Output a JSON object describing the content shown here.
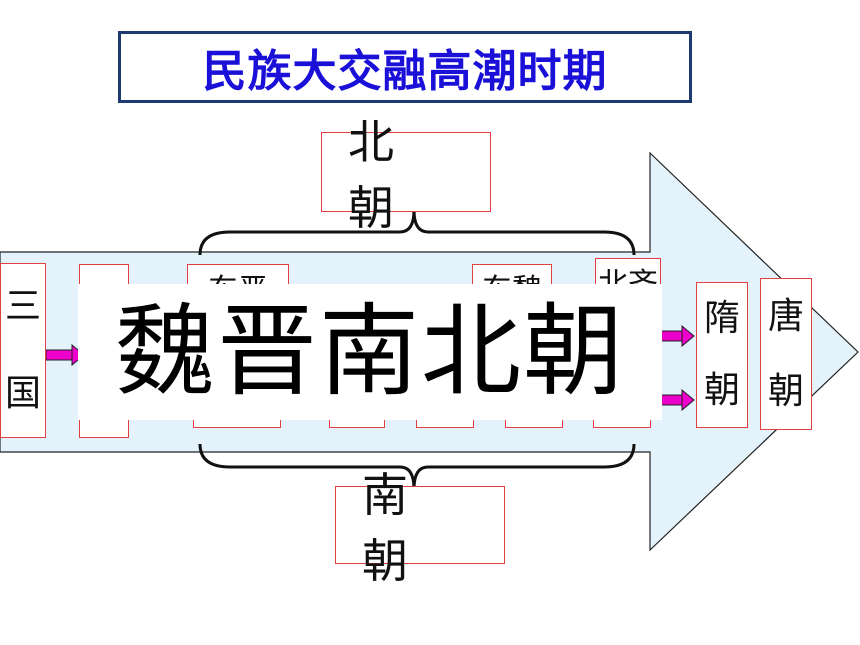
{
  "title": "民族大交融高潮时期",
  "north_label": "北 朝",
  "south_label": "南 朝",
  "overlay_text": "魏晋南北朝",
  "boxes": {
    "three_kingdoms": [
      "三",
      "国"
    ],
    "sui": [
      "隋",
      "朝"
    ],
    "tang": [
      "唐",
      "朝"
    ],
    "partial_top_1": "东晋",
    "partial_top_2": "东魏",
    "partial_top_3": "北齐"
  },
  "colors": {
    "title_text": "#1a10d8",
    "title_border": "#1f3a6e",
    "arrow_fill": "#e4f3fb",
    "box_border": "#e04040",
    "small_arrow": "#ee00cc"
  }
}
